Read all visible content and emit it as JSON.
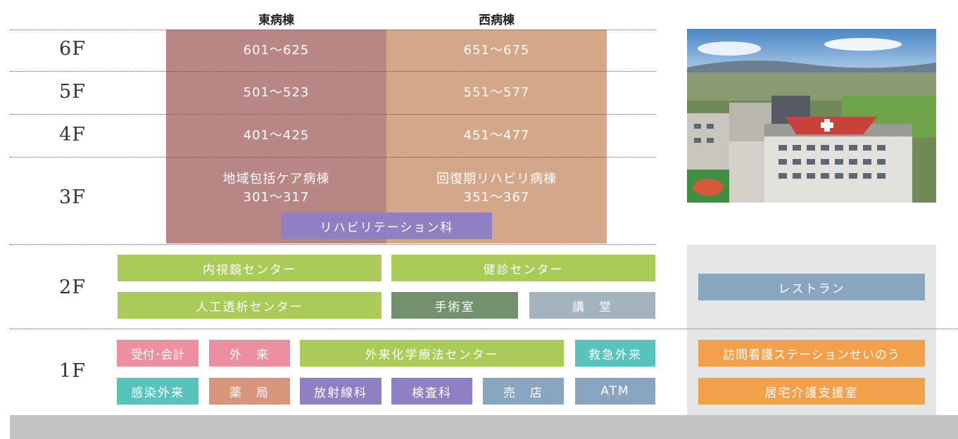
{
  "headers": {
    "east": "東病棟",
    "west": "西病棟"
  },
  "floors": {
    "f6": "6F",
    "f5": "5F",
    "f4": "4F",
    "f3": "3F",
    "f2": "2F",
    "f1": "1F"
  },
  "wards": {
    "f6_east": "601～625",
    "f6_west": "651～675",
    "f5_east": "501～523",
    "f5_west": "551～577",
    "f4_east": "401～425",
    "f4_west": "451～477",
    "f3_east_name": "地域包括ケア病棟",
    "f3_east_rooms": "301～317",
    "f3_west_name": "回復期リハビリ病棟",
    "f3_west_rooms": "351～367",
    "f3_rehab": "リハビリテーション科"
  },
  "floor2": {
    "endoscopy": "内視鏡センター",
    "checkup": "健診センター",
    "dialysis": "人工透析センター",
    "operating": "手術室",
    "auditorium": "講　堂",
    "restaurant": "レストラン"
  },
  "floor1": {
    "reception": "受付･会計",
    "outpatient": "外　来",
    "chemo": "外来化学療法センター",
    "emergency": "救急外来",
    "infection": "感染外来",
    "pharmacy": "薬　局",
    "radiology": "放射線科",
    "lab": "検査科",
    "shop": "売　店",
    "atm": "ATM",
    "nursing_station": "訪問看護ステーションせいのう",
    "home_care": "居宅介護支援室"
  },
  "photo": {
    "icon": "hospital-building-photo"
  },
  "colors": {
    "east": "#b98686",
    "west": "#d3a788",
    "green": "#aacb58",
    "dark_green": "#73916c",
    "blue_gray": "#a3b3c0",
    "blue": "#88a6bf",
    "pink": "#ee8fa1",
    "teal": "#57c3bb",
    "brown": "#d9957b",
    "purple": "#8f80c3",
    "orange": "#f2a04c",
    "gray_panel": "#e6e6e6",
    "bottom_bar": "#c2c3c2"
  }
}
